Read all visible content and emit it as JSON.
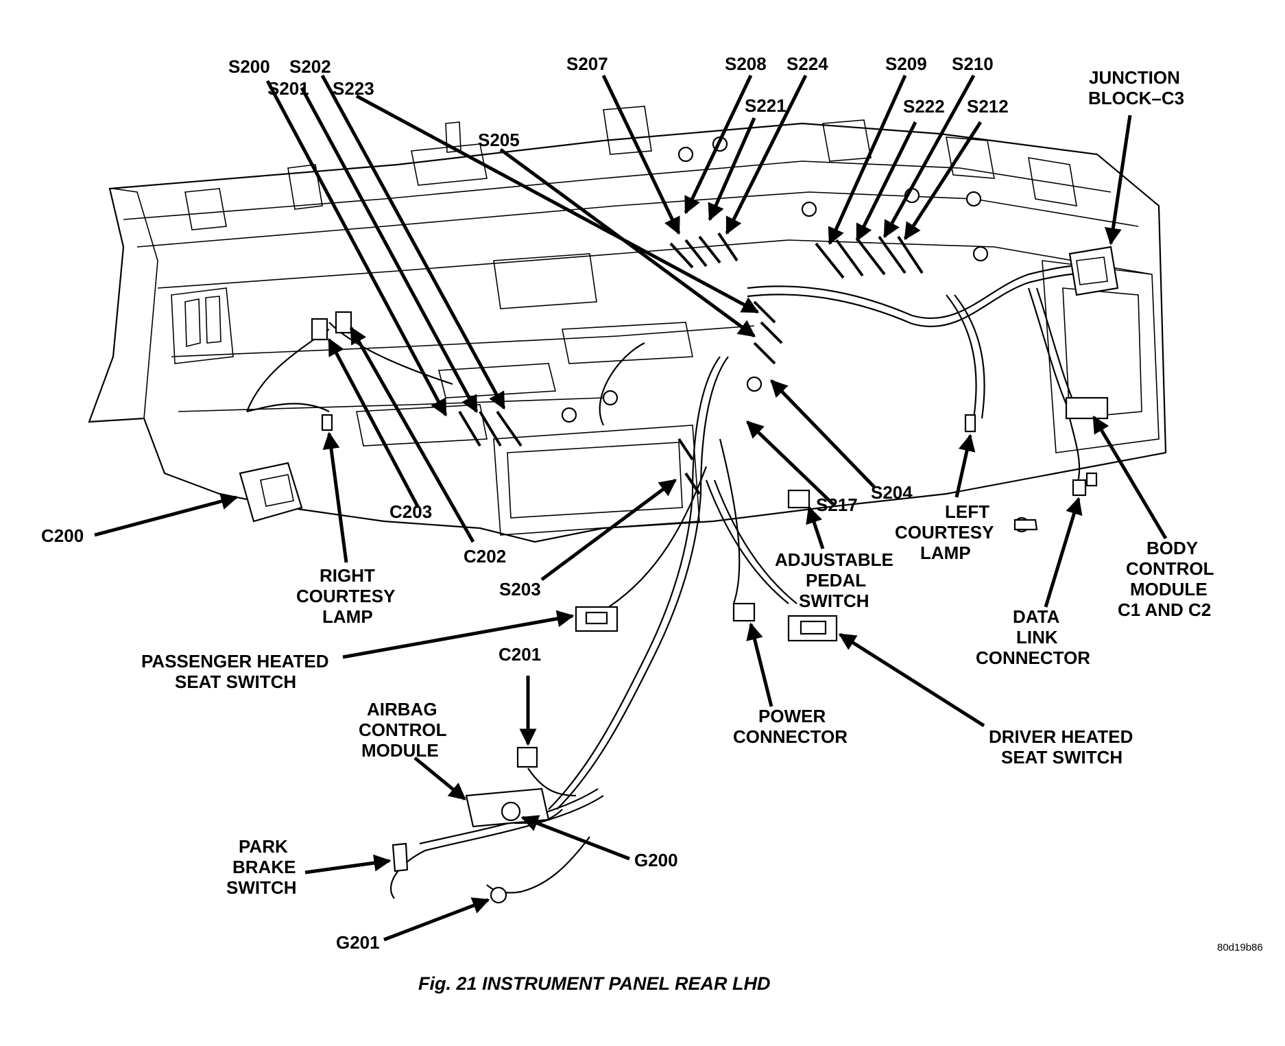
{
  "figure": {
    "caption": "Fig. 21 INSTRUMENT PANEL REAR LHD",
    "code": "80d19b86"
  },
  "labels": {
    "s200": "S200",
    "s202": "S202",
    "s201": "S201",
    "s223": "S223",
    "s207": "S207",
    "s205": "S205",
    "s208": "S208",
    "s224": "S224",
    "s221": "S221",
    "s209": "S209",
    "s210": "S210",
    "s222": "S222",
    "s212": "S212",
    "junction_1": "JUNCTION",
    "junction_2": "BLOCK–C3",
    "c200": "C200",
    "c203": "C203",
    "c202": "C202",
    "right_courtesy_1": "RIGHT",
    "right_courtesy_2": "COURTESY",
    "right_courtesy_3": "LAMP",
    "s203": "S203",
    "s217": "S217",
    "s204": "S204",
    "adj_pedal_1": "ADJUSTABLE",
    "adj_pedal_2": "PEDAL",
    "adj_pedal_3": "SWITCH",
    "left_courtesy_1": "LEFT",
    "left_courtesy_2": "COURTESY",
    "left_courtesy_3": "LAMP",
    "bcm_1": "BODY",
    "bcm_2": "CONTROL",
    "bcm_3": "MODULE",
    "bcm_4": "C1 AND C2",
    "dlc_1": "DATA",
    "dlc_2": "LINK",
    "dlc_3": "CONNECTOR",
    "pass_seat_1": "PASSENGER HEATED",
    "pass_seat_2": "SEAT SWITCH",
    "c201": "C201",
    "airbag_1": "AIRBAG",
    "airbag_2": "CONTROL",
    "airbag_3": "MODULE",
    "power_1": "POWER",
    "power_2": "CONNECTOR",
    "driver_seat_1": "DRIVER HEATED",
    "driver_seat_2": "SEAT SWITCH",
    "g200": "G200",
    "park_1": "PARK",
    "park_2": "BRAKE",
    "park_3": "SWITCH",
    "g201": "G201"
  }
}
